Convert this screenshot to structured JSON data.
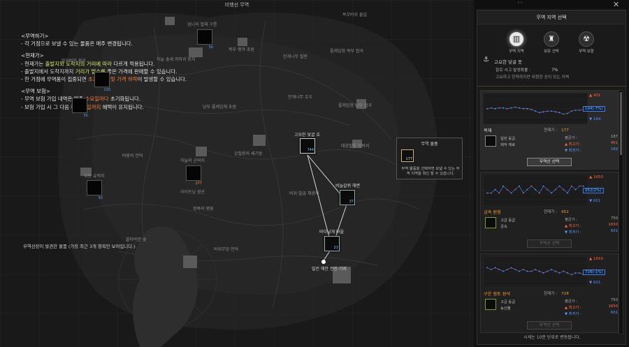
{
  "map": {
    "title": "비행선 무역",
    "info": {
      "h1": "<무역하기>",
      "l1": "- 각 거점으로 보낼 수 있는 물품은 매주 변경됩니다.",
      "h2": "<현재가>",
      "l2a": "- 현재가는 ",
      "l2b": "출발지와 도착지의 거리에 따라",
      "l2c": " 다르게 적용됩니다.",
      "l3a": "- 출발지에서 도착지까지 ",
      "l3b": "거리가 멀수록",
      "l3c": " 좋은 가격에 판매할 수 있습니다.",
      "l4a": "- 한 거점에 무역품이 집중되면 ",
      "l4b": "초과 물량 및 가격 하락",
      "l4c": "이 발생할 수 있습니다.",
      "h3": "<무역 보험>",
      "l5a": "- 무역 보험 가입 내역은 매주 ",
      "l5b": "수요일마다",
      "l5c": " 초기화됩니다.",
      "l6a": "- 보험 가입 시 그 다음 주 ",
      "l6b": "화요일까지",
      "l6c": " 혜택이 유지됩니다."
    },
    "hint": "무역선장이 발견한 물품 (가장 최근 3개 항목만 보여집니다.)",
    "places": {
      "p1": "목꼬바위 물길",
      "p2": "엄니의 벌채 구릉",
      "p3": "북부 평야 초원",
      "p4": "안개나무 벌판",
      "p5": "플레임형 북부 협곡",
      "p6": "밀어버린 북부",
      "p7": "하늘 숲새 까마귀 둥지",
      "p8": "남부 플레임해 초원",
      "p9": "안개나무 호수",
      "p10": "플레임형 남부 협곡",
      "p11": "태양발톱 정박지",
      "p12": "강철용의 쇄기둥",
      "p13": "하늘의 군락지",
      "p14": "위탕 유적지",
      "p15": "정복의 평원",
      "p16": "블타버린 숲",
      "p17": "바위무덤 언덕",
      "p18": "바위 발굽 채광지",
      "p19": "바람의 언덕",
      "p20": "라이트닝 광산"
    },
    "ports": [
      {
        "count": "50"
      },
      {
        "count": "130"
      },
      {
        "count": "50"
      },
      {
        "count": "277"
      },
      {
        "count": "50"
      }
    ],
    "route": {
      "n1": "고요한 닻굴 호",
      "n1c": "744",
      "n2": "비늘갈퀴 해변",
      "n2c": "37",
      "n3": "바다날개 마을",
      "n3c": "21",
      "n4": "빌린 해안 전진 기지"
    },
    "tooltip": {
      "title": "무역 물품",
      "count": "177",
      "body": "무역 물품을 선택하면 보낼 수 있는 무역 지역을 확인 할 수 있습니다."
    }
  },
  "panel": {
    "title": "무역 지역 선택",
    "tabs": [
      {
        "label": "무역 지역"
      },
      {
        "label": "보유 선박"
      },
      {
        "label": "무역 보험"
      }
    ],
    "region": {
      "name": "고요한 닻굴 못",
      "stat_label": "항로 사고 발생확률 :",
      "stat_value": "7%",
      "desc": "고요하고 한적하지만 위험한 곳이 있는 지역"
    },
    "cards": [
      {
        "up": "▲ 401",
        "cur": "194(-7%)",
        "down": "▼ 184",
        "name": "목재",
        "price_label": "현재가 :",
        "price": "177",
        "grade": "일반 등급",
        "sub": "제작 재료",
        "avg_label": "평균가 :",
        "avg": "187",
        "max_label": "▲ 최고가 :",
        "max": "401",
        "min_label": "▼ 최저가 :",
        "min": "169",
        "button": "무역선 선택",
        "chart": {
          "type": "line",
          "values": [
            195,
            196,
            195,
            196,
            196,
            195,
            196,
            197,
            196,
            195,
            195,
            194,
            192,
            190,
            191,
            192,
            192,
            191,
            190,
            188,
            189,
            192,
            193,
            193,
            194
          ]
        }
      },
      {
        "up": "▲ 1650",
        "cur": "952(2%)",
        "down": "▼ 601",
        "name": "금속 원형",
        "price_label": "현재가 :",
        "price": "952",
        "grade": "고급 등급",
        "sub": "금속",
        "avg_label": "평균가 :",
        "avg": "750",
        "max_label": "▲ 최고가 :",
        "max": "1650",
        "min_label": "▼ 최저가 :",
        "min": "601",
        "button": "무역선 선택",
        "chart": {
          "type": "line",
          "values": [
            950,
            950,
            951,
            950,
            952,
            951,
            950,
            951,
            952,
            950,
            951,
            952,
            951,
            950,
            952,
            951,
            950,
            951,
            952,
            951,
            950,
            952,
            951,
            952,
            952
          ]
        }
      },
      {
        "up": "▲ 1650",
        "cur": "728(-1%)",
        "down": "▼ 601",
        "name": "구운 점토 원석",
        "price_label": "현재가 :",
        "price": "728",
        "grade": "고급 등급",
        "sub": "농산물",
        "avg_label": "평균가 :",
        "avg": "750",
        "max_label": "▲ 최고가 :",
        "max": "1650",
        "min_label": "▼ 최저가 :",
        "min": "601",
        "button": "무역선 선택",
        "chart": {
          "type": "line",
          "values": [
            732,
            731,
            732,
            731,
            730,
            731,
            732,
            731,
            730,
            731,
            730,
            730,
            731,
            730,
            729,
            730,
            731,
            730,
            729,
            730,
            729,
            728,
            729,
            729,
            728
          ]
        }
      }
    ],
    "footer": "시세는 10분 단위로 변동됩니다."
  }
}
